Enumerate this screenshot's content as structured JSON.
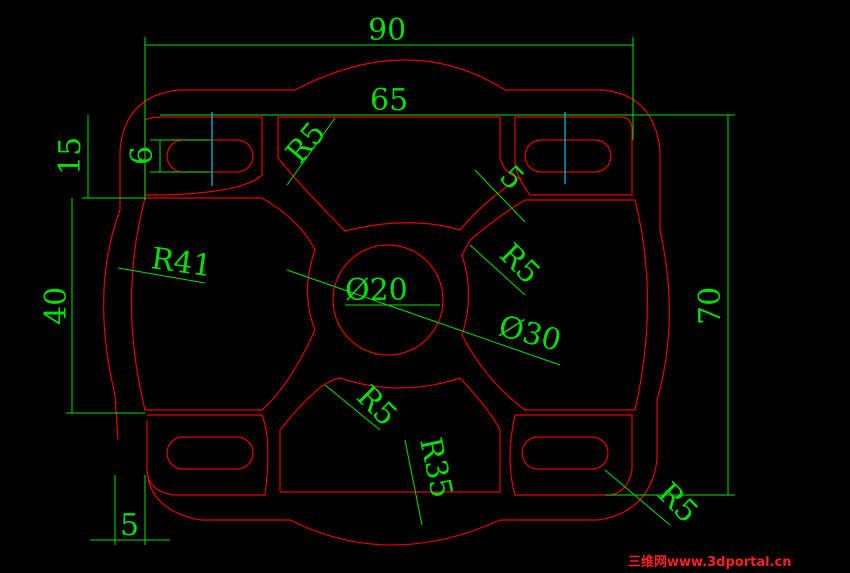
{
  "drawing": {
    "dimensions": {
      "overall_width": "90",
      "top_slot_span": "65",
      "overall_height": "70",
      "left_offset": "15",
      "slot_width": "6",
      "side_flat": "40",
      "bottom_offset": "5",
      "radius_top_left": "R5",
      "offset_top_right": "5",
      "radius_right": "R5",
      "radius_big": "R41",
      "diameter_inner": "Ø20",
      "diameter_outer": "Ø30",
      "radius_bottom": "R5",
      "radius_35": "R35",
      "radius_corner": "R5"
    },
    "colors": {
      "background": "#000000",
      "geometry": "#e60000",
      "dimension": "#00e000",
      "centerline": "#00c8e8",
      "watermark": "#ff2020"
    },
    "watermark": "三维网www.3dportal.cn"
  }
}
